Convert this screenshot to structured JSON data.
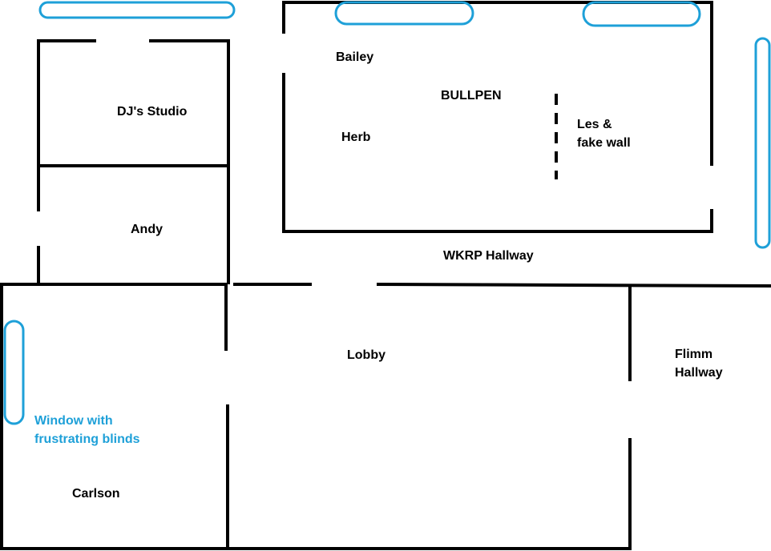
{
  "colors": {
    "wall": "#000000",
    "window": "#1ea0d8",
    "background": "#ffffff"
  },
  "rooms": {
    "bailey": "Bailey",
    "bullpen": "BULLPEN",
    "herb": "Herb",
    "les_line1": "Les &",
    "les_line2": "fake wall",
    "dj_studio": "DJ's Studio",
    "andy": "Andy",
    "wkrp_hallway": "WKRP Hallway",
    "lobby": "Lobby",
    "flimm_line1": "Flimm",
    "flimm_line2": "Hallway",
    "carlson": "Carlson"
  },
  "annotations": {
    "window_line1": "Window with",
    "window_line2": "frustrating blinds"
  }
}
